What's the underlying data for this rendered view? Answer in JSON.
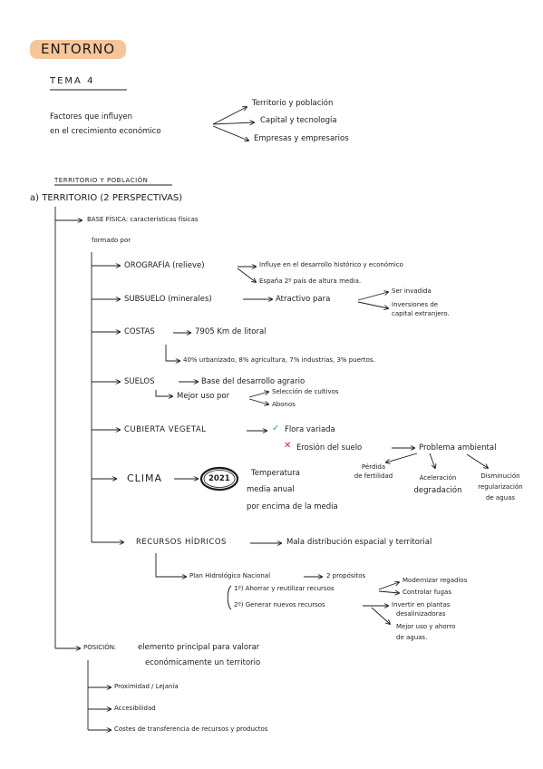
{
  "title": "ENTORNO",
  "tema": "TEMA 4",
  "factores": {
    "line1": "Factores que influyen",
    "line2": "en el crecimiento económico",
    "items": [
      "Territorio y población",
      "Capital y tecnología",
      "Empresas y empresarios"
    ]
  },
  "section": {
    "heading": "TERRITORIO Y POBLACIÓN",
    "sub": "a) TERRITORIO (2 PERSPECTIVAS)"
  },
  "base": {
    "label": "BASE FÍSICA: características físicas",
    "formado": "formado por",
    "orografia": {
      "label": "OROGRAFÍA (relieve)",
      "influye": "Influye en el desarrollo histórico y económico",
      "espana": "España 2º país de altura media."
    },
    "subsuelo": {
      "label": "SUBSUELO (minerales)",
      "atractivo": "Atractivo para",
      "ser": "Ser invadida",
      "inversiones1": "Inversiones de",
      "inversiones2": "capital extranjero."
    },
    "costas": {
      "label": "COSTAS",
      "km": "7905 Km de litoral",
      "detalle": "40% urbanizado, 8% agricultura, 7% industrias, 3% puertos."
    },
    "suelos": {
      "label": "SUELOS",
      "base": "Base del desarrollo agrario",
      "mejor": "Mejor uso por",
      "seleccion": "Selección de cultivos",
      "abonos": "Abonos"
    },
    "cubierta": {
      "label": "CUBIERTA VEGETAL",
      "check": "✓",
      "flora": "Flora variada",
      "cross": "✕",
      "erosion": "Erosión del suelo",
      "problema": "Problema ambiental",
      "perdida1": "Pérdida",
      "perdida2": "de fertilidad",
      "aceleracion1": "Aceleración",
      "aceleracion2": "degradación",
      "disminucion1": "Disminución",
      "disminucion2": "regularización",
      "disminucion3": "de aguas"
    },
    "clima": {
      "label": "CLIMA",
      "year": "2021",
      "temp1": "Temperatura",
      "temp2": "media anual",
      "temp3": "por encima de la media"
    },
    "recursos": {
      "label": "RECURSOS HÍDRICOS",
      "mala": "Mala distribución espacial y territorial",
      "plan": "Plan Hidrológico Nacional",
      "propositos": "2 propósitos",
      "p1": "1º) Ahorrar y reutilizar recursos",
      "p2": "2º) Generar nuevos recursos",
      "modernizar": "Modernizar regadíos",
      "controlar": "Controlar fugas",
      "invertir1": "Invertir en plantas",
      "invertir2": "desalinizadoras",
      "mejor1": "Mejor uso y ahorro",
      "mejor2": "de aguas."
    }
  },
  "posicion": {
    "label": "POSICIÓN:",
    "desc1": "elemento principal para valorar",
    "desc2": "económicamente un territorio",
    "items": [
      "Proximidad / Lejanía",
      "Accesibilidad",
      "Costes de transferencia de recursos y productos"
    ]
  },
  "colors": {
    "highlight": "#f6c69a",
    "green": "#3cb043",
    "red": "#d62828",
    "ink": "#1c1c1c"
  }
}
